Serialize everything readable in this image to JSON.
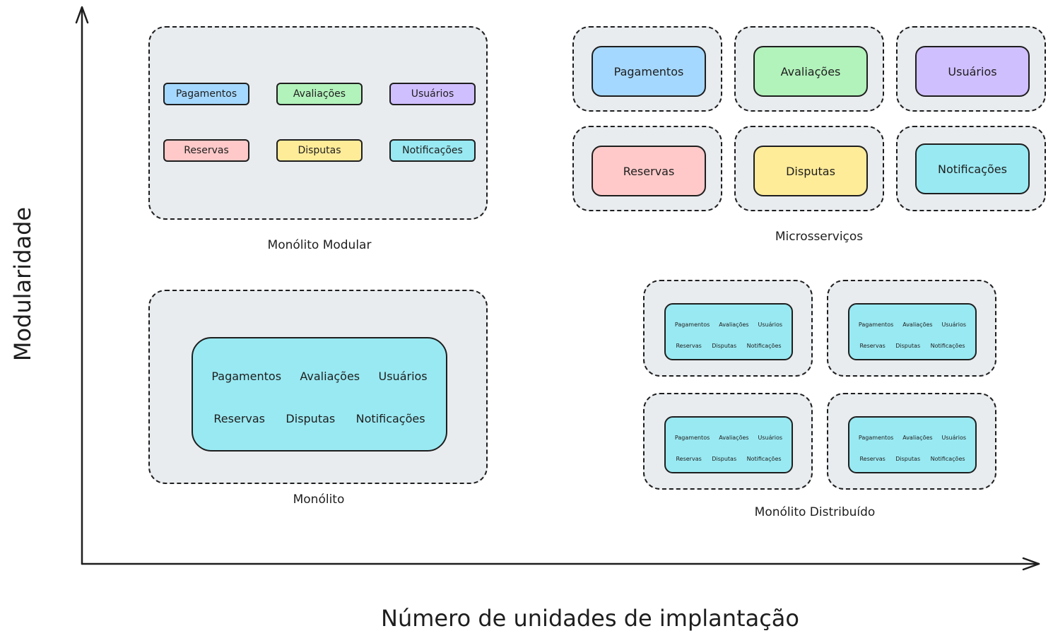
{
  "axes": {
    "x_title": "Número de unidades de implantação",
    "y_title": "Modularidade"
  },
  "modules": {
    "pagamentos": "Pagamentos",
    "avaliacoes": "Avaliações",
    "usuarios": "Usuários",
    "reservas": "Reservas",
    "disputas": "Disputas",
    "notificacoes": "Notificações"
  },
  "groups": {
    "monolito_modular": "Monólito Modular",
    "microsservicos": "Microsserviços",
    "monolito": "Monólito",
    "monolito_distribuido": "Monólito Distribuído"
  },
  "colors": {
    "container": "#e9ecef",
    "pagamentos": "#a5d8ff",
    "avaliacoes": "#b2f2bb",
    "usuarios": "#d0bfff",
    "reservas": "#ffc9c9",
    "disputas": "#ffec99",
    "notificacoes": "#99e9f2"
  }
}
